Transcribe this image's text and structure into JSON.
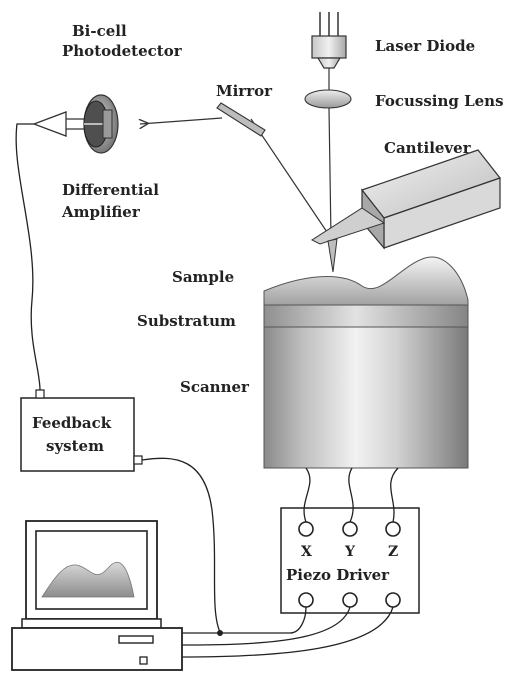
{
  "labels": {
    "bicell": "Bi-cell",
    "photodetector": "Photodetector",
    "laser_diode": "Laser Diode",
    "mirror": "Mirror",
    "focussing_lens": "Focussing Lens",
    "cantilever": "Cantilever",
    "differential": "Differential",
    "amplifier": "Amplifier",
    "sample": "Sample",
    "substratum": "Substratum",
    "scanner": "Scanner",
    "feedback": "Feedback",
    "system": "system",
    "axis_x": "X",
    "axis_y": "Y",
    "axis_z": "Z",
    "piezo_driver": "Piezo Driver"
  }
}
